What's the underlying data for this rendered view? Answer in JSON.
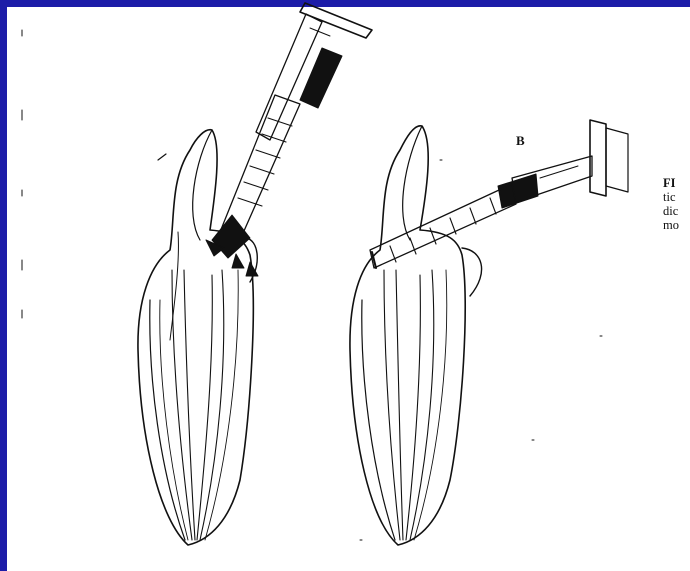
{
  "figure": {
    "panel_b_label": "B",
    "caption_lines": [
      "FI",
      "tic",
      "dic",
      "mo"
    ]
  },
  "colors": {
    "border": "#1c1ca8",
    "paper": "#ffffff",
    "ink": "#111111"
  }
}
